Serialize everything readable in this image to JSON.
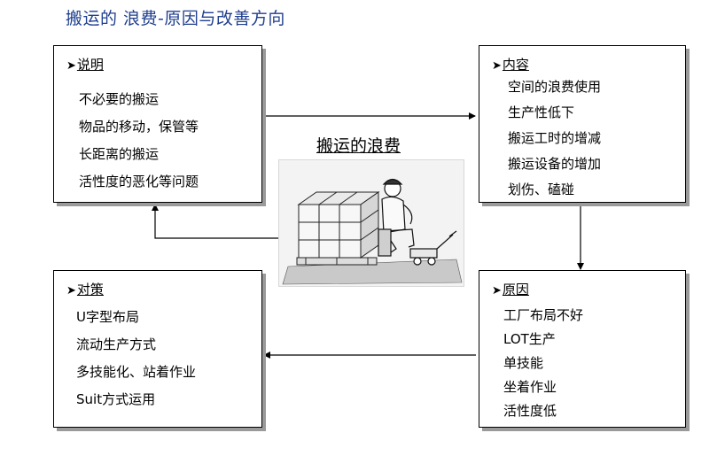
{
  "title": "搬运的 浪费-原因与改善方向",
  "caption": "搬运的浪费",
  "colors": {
    "title": "#1f3f8f",
    "shadow": "#9a9a9a"
  },
  "boxes": {
    "explanation": {
      "heading": "说明",
      "items": [
        "不必要的搬运",
        "物品的移动，保管等",
        "长距离的搬运",
        "活性度的恶化等问题"
      ]
    },
    "content": {
      "heading": "内容",
      "items": [
        "空间的浪费使用",
        "生产性低下",
        "搬运工时的增减",
        "搬运设备的增加",
        "划伤、磕碰"
      ]
    },
    "countermeasure": {
      "heading": "对策",
      "items": [
        "U字型布局",
        "流动生产方式",
        "多技能化、站着作业",
        "Suit方式运用"
      ]
    },
    "cause": {
      "heading": "原因",
      "items": [
        "工厂布局不好",
        "LOT生产",
        "单技能",
        "坐着作业",
        "活性度低"
      ]
    }
  }
}
